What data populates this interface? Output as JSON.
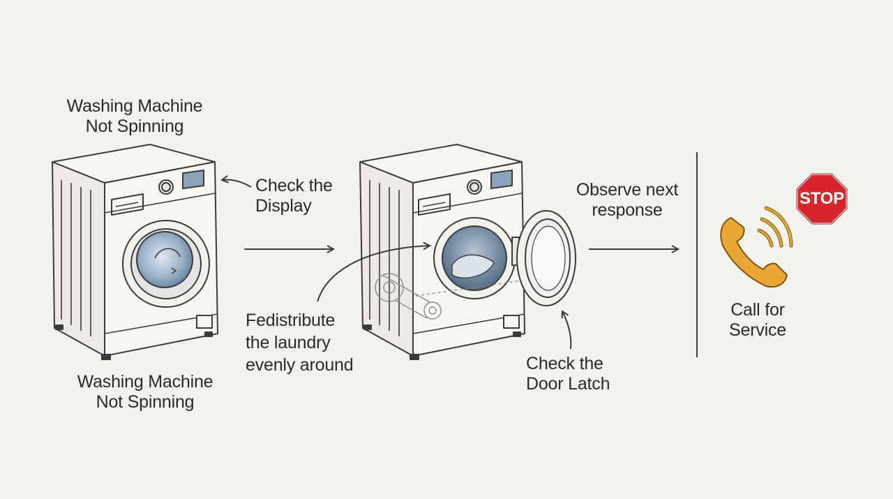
{
  "labels": {
    "title_top": "Washing Machine\nNot Spinning",
    "title_bottom": "Washing Machine\nNot Spinning",
    "check_display": "Check the\nDisplay",
    "redistribute": "Fedistribute\nthe laundry\nevenly around",
    "observe": "Observe next\nresponse",
    "door_latch": "Check the\nDoor Latch",
    "call_service": "Call for\nService",
    "stop_sign": "STOP"
  },
  "icons": {
    "washer_closed": "washing-machine-icon",
    "washer_open": "washing-machine-open-door-icon",
    "phone": "phone-ringing-icon",
    "stop": "stop-sign-icon"
  },
  "colors": {
    "background": "#f3f2ec",
    "line": "#3a3a3a",
    "stop_red": "#d7262b",
    "phone_orange": "#e9a735",
    "drum_blue": "#6f8fae"
  }
}
